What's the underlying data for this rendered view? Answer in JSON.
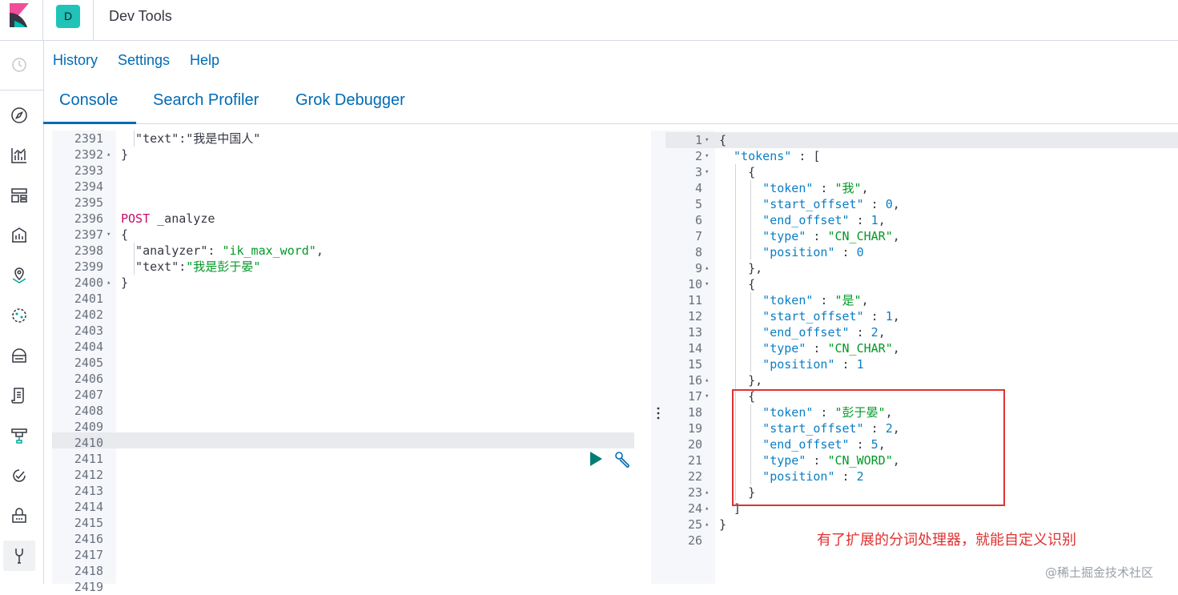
{
  "header": {
    "space_initial": "D",
    "app_title": "Dev Tools",
    "colors": {
      "space_badge": "#1fc3b7",
      "logo_teal": "#00bfb3",
      "logo_pink": "#f04e98"
    }
  },
  "sidebar": {
    "items": [
      {
        "icon": "clock-icon"
      },
      {
        "icon": "compass-icon"
      },
      {
        "icon": "bar-chart-icon"
      },
      {
        "icon": "dashboard-icon"
      },
      {
        "icon": "canvas-icon"
      },
      {
        "icon": "map-icon"
      },
      {
        "icon": "machine-learning-icon"
      },
      {
        "icon": "infrastructure-icon"
      },
      {
        "icon": "logs-icon"
      },
      {
        "icon": "apm-icon"
      },
      {
        "icon": "uptime-icon"
      },
      {
        "icon": "lock-icon"
      },
      {
        "icon": "wrench-icon",
        "active": true
      }
    ]
  },
  "top_links": [
    "History",
    "Settings",
    "Help"
  ],
  "tabs": [
    {
      "label": "Console",
      "active": true
    },
    {
      "label": "Search Profiler"
    },
    {
      "label": "Grok Debugger"
    }
  ],
  "editor": {
    "lines": [
      {
        "n": "2391",
        "text": "  \"text\":\"我是中国人\""
      },
      {
        "n": "2392",
        "fold": "▴",
        "text": "}"
      },
      {
        "n": "2393",
        "text": ""
      },
      {
        "n": "2394",
        "text": ""
      },
      {
        "n": "2395",
        "text": ""
      },
      {
        "n": "2396",
        "method": "POST",
        "path": " _analyze"
      },
      {
        "n": "2397",
        "fold": "▾",
        "text": "{"
      },
      {
        "n": "2398",
        "key": "  \"analyzer\": ",
        "value": "\"ik_max_word\"",
        "tail": ","
      },
      {
        "n": "2399",
        "key": "  \"text\":",
        "value": "\"我是彭于晏\""
      },
      {
        "n": "2400",
        "fold": "▴",
        "text": "}"
      },
      {
        "n": "2401",
        "text": ""
      },
      {
        "n": "2402",
        "text": ""
      },
      {
        "n": "2403",
        "text": ""
      },
      {
        "n": "2404",
        "text": ""
      },
      {
        "n": "2405",
        "text": ""
      },
      {
        "n": "2406",
        "text": ""
      },
      {
        "n": "2407",
        "text": ""
      },
      {
        "n": "2408",
        "text": ""
      },
      {
        "n": "2409",
        "text": ""
      },
      {
        "n": "2410",
        "text": "",
        "active": true
      },
      {
        "n": "2411",
        "text": ""
      },
      {
        "n": "2412",
        "text": ""
      },
      {
        "n": "2413",
        "text": ""
      },
      {
        "n": "2414",
        "text": ""
      },
      {
        "n": "2415",
        "text": ""
      },
      {
        "n": "2416",
        "text": ""
      },
      {
        "n": "2417",
        "text": ""
      },
      {
        "n": "2418",
        "text": ""
      },
      {
        "n": "2419",
        "text": ""
      }
    ]
  },
  "output": {
    "lines": [
      {
        "n": "1",
        "fold": "▾",
        "text": "{"
      },
      {
        "n": "2",
        "fold": "▾",
        "key": "  \"tokens\"",
        "text": " : ["
      },
      {
        "n": "3",
        "fold": "▾",
        "text": "    {"
      },
      {
        "n": "4",
        "key": "      \"token\"",
        "text": " : ",
        "value": "\"我\"",
        "tail": ","
      },
      {
        "n": "5",
        "key": "      \"start_offset\"",
        "text": " : ",
        "num": "0",
        "tail": ","
      },
      {
        "n": "6",
        "key": "      \"end_offset\"",
        "text": " : ",
        "num": "1",
        "tail": ","
      },
      {
        "n": "7",
        "key": "      \"type\"",
        "text": " : ",
        "value": "\"CN_CHAR\"",
        "tail": ","
      },
      {
        "n": "8",
        "key": "      \"position\"",
        "text": " : ",
        "num": "0"
      },
      {
        "n": "9",
        "fold": "▴",
        "text": "    },"
      },
      {
        "n": "10",
        "fold": "▾",
        "text": "    {"
      },
      {
        "n": "11",
        "key": "      \"token\"",
        "text": " : ",
        "value": "\"是\"",
        "tail": ","
      },
      {
        "n": "12",
        "key": "      \"start_offset\"",
        "text": " : ",
        "num": "1",
        "tail": ","
      },
      {
        "n": "13",
        "key": "      \"end_offset\"",
        "text": " : ",
        "num": "2",
        "tail": ","
      },
      {
        "n": "14",
        "key": "      \"type\"",
        "text": " : ",
        "value": "\"CN_CHAR\"",
        "tail": ","
      },
      {
        "n": "15",
        "key": "      \"position\"",
        "text": " : ",
        "num": "1"
      },
      {
        "n": "16",
        "fold": "▴",
        "text": "    },"
      },
      {
        "n": "17",
        "fold": "▾",
        "text": "    {"
      },
      {
        "n": "18",
        "key": "      \"token\"",
        "text": " : ",
        "value": "\"彭于晏\"",
        "tail": ","
      },
      {
        "n": "19",
        "key": "      \"start_offset\"",
        "text": " : ",
        "num": "2",
        "tail": ","
      },
      {
        "n": "20",
        "key": "      \"end_offset\"",
        "text": " : ",
        "num": "5",
        "tail": ","
      },
      {
        "n": "21",
        "key": "      \"type\"",
        "text": " : ",
        "value": "\"CN_WORD\"",
        "tail": ","
      },
      {
        "n": "22",
        "key": "      \"position\"",
        "text": " : ",
        "num": "2"
      },
      {
        "n": "23",
        "fold": "▴",
        "text": "    }"
      },
      {
        "n": "24",
        "fold": "▴",
        "text": "  ]"
      },
      {
        "n": "25",
        "fold": "▴",
        "text": "}"
      },
      {
        "n": "26",
        "text": ""
      }
    ]
  },
  "annotation": "有了扩展的分词处理器，就能自定义识别",
  "watermark": "@稀土掘金技术社区",
  "colors": {
    "link": "#006bb4",
    "highlight_box": "#e03131",
    "method": "#c80a68",
    "string": "#009926",
    "number": "#0b7ec4"
  }
}
